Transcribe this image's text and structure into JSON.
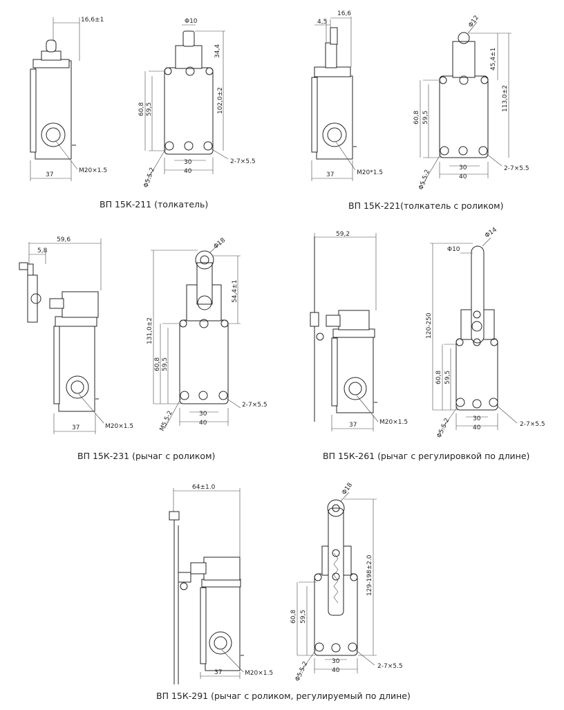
{
  "drawings": [
    {
      "caption": "ВП 15К-211 (толкатель)",
      "side": {
        "top_width": "16,6±1",
        "bottom_width": "37",
        "thread": "M20×1.5"
      },
      "front": {
        "cap_dia": "Φ10",
        "cap_height": "34,4",
        "total_height": "102,0±2",
        "height_outer": "60,8",
        "height_inner": "59,5",
        "hole_spacing": "30",
        "width": "40",
        "holes": "2-7×5.5",
        "mount_hole": "Φ5.5-2"
      }
    },
    {
      "caption": "ВП 15К-221(толкатель с роликом)",
      "side": {
        "offset": "4,5",
        "top_width": "16,6",
        "bottom_width": "37",
        "thread": "M20*1.5"
      },
      "front": {
        "cap_dia": "Φ12",
        "cap_height": "45,4±1",
        "total_height": "113,0±2",
        "height_outer": "60,8",
        "height_inner": "59,5",
        "hole_spacing": "30",
        "width": "40",
        "holes": "2-7×5.5",
        "mount_hole": "Φ5.5-2"
      }
    },
    {
      "caption": "ВП 15К-231 (рычаг с роликом)",
      "side": {
        "top_width": "59,6",
        "offset": "5,8",
        "bottom_width": "37",
        "thread": "M20×1.5"
      },
      "front": {
        "cap_dia": "Φ18",
        "cap_height": "54,4±1",
        "total_height": "131,0±2",
        "height_outer": "60,8",
        "height_inner": "59,5",
        "hole_spacing": "30",
        "width": "40",
        "holes": "2-7×5.5",
        "mount_hole": "M5.5-2"
      }
    },
    {
      "caption": "ВП 15К-261 (рычаг с регулировкой по длине)",
      "side": {
        "top_width": "59,2",
        "bottom_width": "37",
        "thread": "M20×1.5"
      },
      "front": {
        "cap_dia_a": "Φ10",
        "cap_dia_b": "Φ14",
        "total_height": "120-250",
        "height_outer": "60,8",
        "height_inner": "59,5",
        "hole_spacing": "30",
        "width": "40",
        "holes": "2-7×5.5",
        "mount_hole": "Φ5.5-2"
      }
    },
    {
      "caption": "ВП 15К-291 (рычаг с роликом, регулируемый по длине)",
      "side": {
        "top_width": "64±1.0",
        "bottom_width": "37",
        "thread": "M20×1.5"
      },
      "front": {
        "cap_dia": "Φ18",
        "total_height": "129-198±2.0",
        "height_outer": "60,8",
        "height_inner": "59,5",
        "hole_spacing": "30",
        "width": "40",
        "holes": "2-7×5.5",
        "mount_hole": "Φ5.5-2"
      }
    }
  ]
}
